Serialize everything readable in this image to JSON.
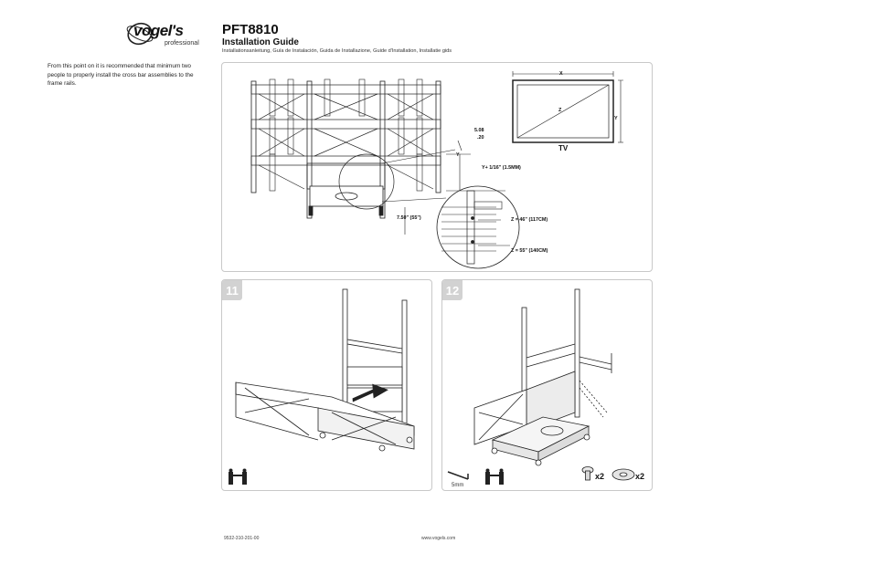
{
  "brand": {
    "name": "vogel's",
    "tagline": "professional"
  },
  "header": {
    "model": "PFT8810",
    "guide_title": "Installation Guide",
    "languages": "Installationsanleitung, Guía de Instalación, Guida de Installazione, Guide d'Installation, Installatie gids"
  },
  "note": "From this point on it is recommended that minimum two people to properly install the cross bar assemblies to the frame rails.",
  "overview": {
    "dim_508": "5.08",
    "dim_20": ".20",
    "y_label": "Y",
    "y_formula": "Y+ 1/16\" (1.5MM)",
    "dim_750": "7.50\" (55\")",
    "z46": "Z = 46\" (117CM)",
    "z55": "Z = 55\" (140CM)",
    "tv_x": "X",
    "tv_y": "Y",
    "tv_z": "Z",
    "tv_label": "TV"
  },
  "steps": [
    {
      "number": "11"
    },
    {
      "number": "12",
      "tool_size": "5mm",
      "bolt_qty": "x2",
      "washer_qty": "x2"
    }
  ],
  "footer": {
    "doc_number": "9532-310-201-00",
    "website": "www.vogels.com"
  }
}
